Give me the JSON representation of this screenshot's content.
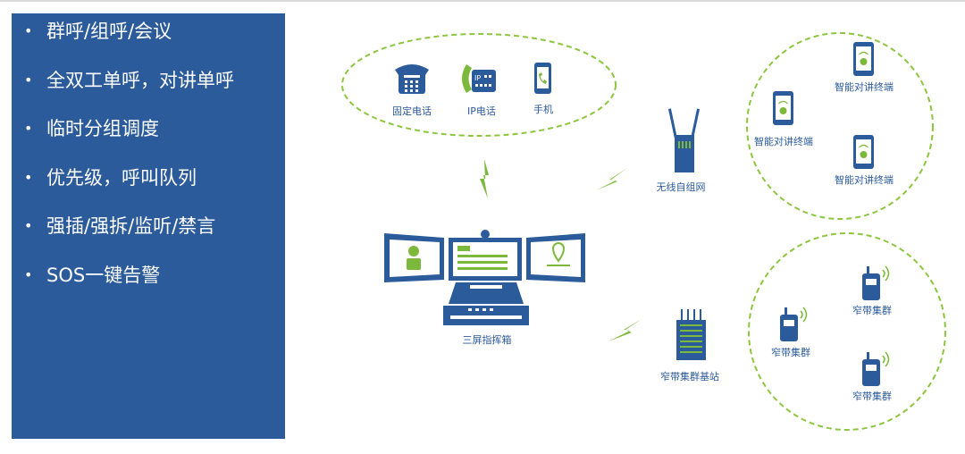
{
  "features": [
    "群呼/组呼/会议",
    "全双工单呼，对讲单呼",
    "临时分组调度",
    "优先级，呼叫队列",
    "强插/强拆/监听/禁言",
    "SOS一键告警"
  ],
  "phones": {
    "fixed": "固定电话",
    "ip": "IP电话",
    "mobile": "手机"
  },
  "console_label": "三屏指挥箱",
  "mesh": {
    "label": "无线自组网",
    "terminals": [
      "智能对讲终端",
      "智能对讲终端",
      "智能对讲终端"
    ]
  },
  "trunk": {
    "label": "窄带集群基站",
    "radios": [
      "窄带集群",
      "窄带集群",
      "窄带集群"
    ]
  },
  "colors": {
    "panel": "#2b5b9b",
    "icon": "#2b5b9b",
    "accent": "#7cb83b",
    "dash": "#8cc63f"
  }
}
